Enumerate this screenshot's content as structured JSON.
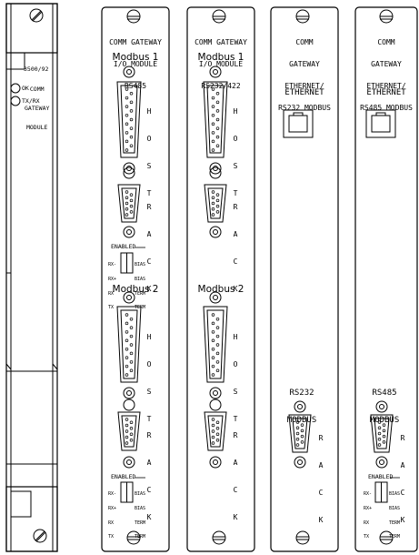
{
  "card_main": {
    "model": "3500/92",
    "title": [
      "COMM",
      "GATEWAY",
      "MODULE"
    ],
    "led_ok": "OK",
    "led_txrx": "TX/RX"
  },
  "card_rs485": {
    "header": [
      "COMM GATEWAY",
      "I/O MODULE",
      "RS485"
    ],
    "modbus1": "Modbus 1",
    "modbus2": "Modbus 2",
    "host_letters": [
      "H",
      "O",
      "S",
      "T"
    ],
    "rack_letters": [
      "R",
      "A",
      "C",
      "K"
    ],
    "enabled_label": "ENABLED",
    "switch_left": [
      "RX-",
      "RX+",
      "RX",
      "TX"
    ],
    "switch_right": [
      "BIAS",
      "BIAS",
      "TERM",
      "TERM"
    ]
  },
  "card_rs232_422": {
    "header": [
      "COMM GATEWAY",
      "I/O MODULE",
      "RS232/422"
    ],
    "modbus1": "Modbus 1",
    "modbus2": "Modbus 2",
    "host_letters": [
      "H",
      "O",
      "S",
      "T"
    ],
    "rack_letters": [
      "R",
      "A",
      "C",
      "K"
    ]
  },
  "card_eth232": {
    "header": [
      "COMM",
      "GATEWAY",
      "ETHERNET/",
      "RS232 MODBUS"
    ],
    "ethernet": "ETHERNET",
    "serial": [
      "RS232",
      "MODBUS"
    ],
    "rack_letters": [
      "R",
      "A",
      "C",
      "K"
    ]
  },
  "card_eth485": {
    "header": [
      "COMM",
      "GATEWAY",
      "ETHERNET/",
      "RS485 MODBUS"
    ],
    "ethernet": "ETHERNET",
    "serial": [
      "RS485",
      "MODBUS"
    ],
    "rack_letters": [
      "R",
      "A",
      "C",
      "K"
    ],
    "enabled_label": "ENABLED",
    "switch_left": [
      "RX-",
      "RX+",
      "RX",
      "TX"
    ],
    "switch_right": [
      "BIAS",
      "BIAS",
      "TERM",
      "TERM"
    ]
  }
}
